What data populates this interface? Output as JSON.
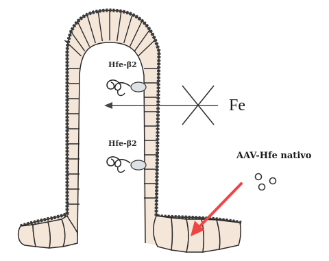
{
  "labels": {
    "protein_top": "Hfe-β2",
    "protein_bottom": "Hfe-β2",
    "iron": "Fe",
    "vector": "AAV-Hfe nativo"
  },
  "colors": {
    "cell_fill": "#f5e6da",
    "cell_stroke": "#2a2a2a",
    "membrane": "#3a3a3a",
    "arrow_red": "#ee4444",
    "line_dark": "#444444",
    "receptor_fill": "#dde2e6"
  },
  "icons": {
    "blocked_arrow": "blocked-arrow-icon",
    "receptor": "receptor-squiggle-icon",
    "particle": "aav-particle-icon"
  }
}
